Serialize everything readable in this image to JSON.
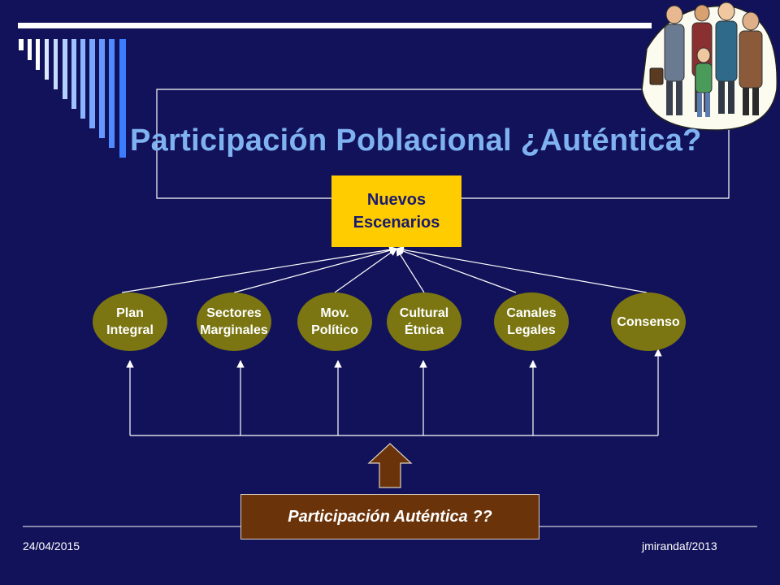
{
  "slide": {
    "title": "Participación Poblacional ¿Auténtica?",
    "nuevos_escenarios": [
      "Nuevos",
      "Escenarios"
    ],
    "ovals": [
      {
        "lines": [
          "Plan",
          "Integral"
        ]
      },
      {
        "lines": [
          "Sectores",
          "Marginales"
        ]
      },
      {
        "lines": [
          "Mov.",
          "Político"
        ]
      },
      {
        "lines": [
          "Cultural",
          "Étnica"
        ]
      },
      {
        "lines": [
          "Canales",
          "Legales"
        ]
      },
      {
        "lines": [
          "Consenso"
        ]
      }
    ],
    "participacion_box": "Participación Auténtica ??",
    "footer_date": "24/04/2015",
    "footer_author": "jmirandaf/2013"
  },
  "colors": {
    "background": "#12125a",
    "title": "#7fb2f0",
    "nuevos_box": "#ffcc00",
    "oval": "#7b7611",
    "participacion_box": "#6b3309",
    "lines": "#ffffff"
  },
  "icons": {
    "corner_decoration": "blue-stripes-icon",
    "people_clipart": "group-of-people-icon"
  }
}
